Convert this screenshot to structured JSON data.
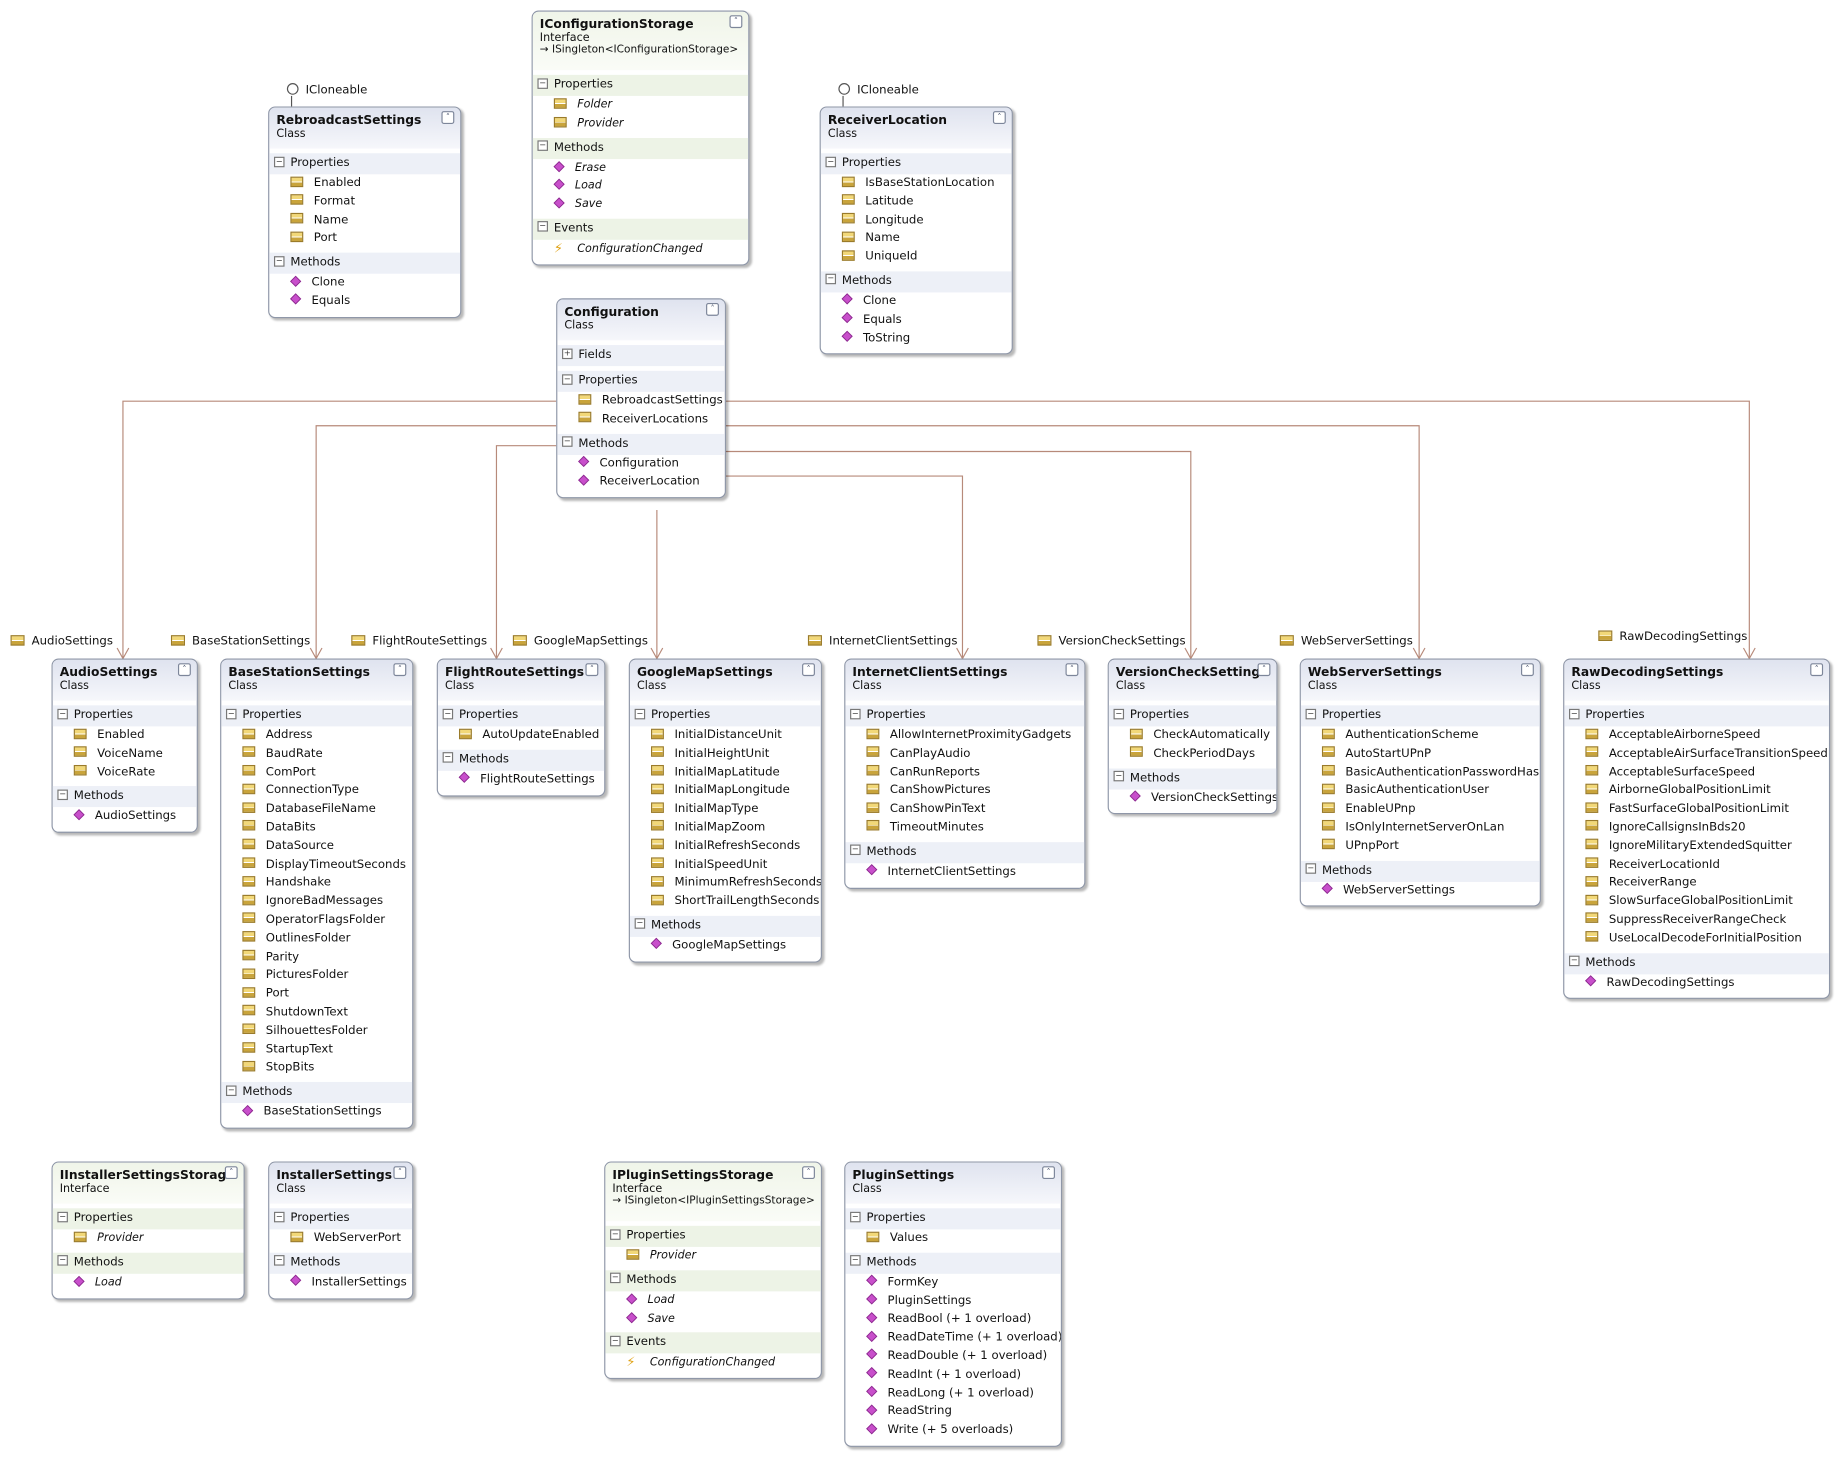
{
  "colors": {
    "connector": "#b78a7a",
    "border": "#8f97a8"
  },
  "icons": {
    "property": "property-icon",
    "method": "method-icon",
    "event": "event-icon",
    "collapse": "chevron-up-icon",
    "interface": "lollipop-icon"
  },
  "boxes": [
    {
      "name": "IConfigurationStorage",
      "kind": "Interface",
      "inherit": "ISingleton<IConfigurationStorage>",
      "sections": [
        {
          "title": "Properties",
          "items": [
            "Folder",
            "Provider"
          ],
          "type": "prop",
          "italic": true
        },
        {
          "title": "Methods",
          "items": [
            "Erase",
            "Load",
            "Save"
          ],
          "type": "meth",
          "italic": true
        },
        {
          "title": "Events",
          "items": [
            "ConfigurationChanged"
          ],
          "type": "evt",
          "italic": true
        }
      ]
    },
    {
      "name": "RebroadcastSettings",
      "kind": "Class",
      "sections": [
        {
          "title": "Properties",
          "items": [
            "Enabled",
            "Format",
            "Name",
            "Port"
          ],
          "type": "prop"
        },
        {
          "title": "Methods",
          "items": [
            "Clone",
            "Equals"
          ],
          "type": "meth"
        }
      ]
    },
    {
      "name": "ReceiverLocation",
      "kind": "Class",
      "sections": [
        {
          "title": "Properties",
          "items": [
            "IsBaseStationLocation",
            "Latitude",
            "Longitude",
            "Name",
            "UniqueId"
          ],
          "type": "prop"
        },
        {
          "title": "Methods",
          "items": [
            "Clone",
            "Equals",
            "ToString"
          ],
          "type": "meth"
        }
      ]
    },
    {
      "name": "Configuration",
      "kind": "Class",
      "sections": [
        {
          "title": "Fields",
          "items": [],
          "type": "prop",
          "collapsed": true
        },
        {
          "title": "Properties",
          "items": [
            "RebroadcastSettings",
            "ReceiverLocations"
          ],
          "type": "prop"
        },
        {
          "title": "Methods",
          "items": [
            "Configuration",
            "ReceiverLocation"
          ],
          "type": "meth"
        }
      ]
    },
    {
      "name": "AudioSettings",
      "kind": "Class",
      "sections": [
        {
          "title": "Properties",
          "items": [
            "Enabled",
            "VoiceName",
            "VoiceRate"
          ],
          "type": "prop"
        },
        {
          "title": "Methods",
          "items": [
            "AudioSettings"
          ],
          "type": "meth"
        }
      ]
    },
    {
      "name": "BaseStationSettings",
      "kind": "Class",
      "sections": [
        {
          "title": "Properties",
          "items": [
            "Address",
            "BaudRate",
            "ComPort",
            "ConnectionType",
            "DatabaseFileName",
            "DataBits",
            "DataSource",
            "DisplayTimeoutSeconds",
            "Handshake",
            "IgnoreBadMessages",
            "OperatorFlagsFolder",
            "OutlinesFolder",
            "Parity",
            "PicturesFolder",
            "Port",
            "ShutdownText",
            "SilhouettesFolder",
            "StartupText",
            "StopBits"
          ],
          "type": "prop"
        },
        {
          "title": "Methods",
          "items": [
            "BaseStationSettings"
          ],
          "type": "meth"
        }
      ]
    },
    {
      "name": "FlightRouteSettings",
      "kind": "Class",
      "sections": [
        {
          "title": "Properties",
          "items": [
            "AutoUpdateEnabled"
          ],
          "type": "prop"
        },
        {
          "title": "Methods",
          "items": [
            "FlightRouteSettings"
          ],
          "type": "meth"
        }
      ]
    },
    {
      "name": "GoogleMapSettings",
      "kind": "Class",
      "sections": [
        {
          "title": "Properties",
          "items": [
            "InitialDistanceUnit",
            "InitialHeightUnit",
            "InitialMapLatitude",
            "InitialMapLongitude",
            "InitialMapType",
            "InitialMapZoom",
            "InitialRefreshSeconds",
            "InitialSpeedUnit",
            "MinimumRefreshSeconds",
            "ShortTrailLengthSeconds"
          ],
          "type": "prop"
        },
        {
          "title": "Methods",
          "items": [
            "GoogleMapSettings"
          ],
          "type": "meth"
        }
      ]
    },
    {
      "name": "InternetClientSettings",
      "kind": "Class",
      "sections": [
        {
          "title": "Properties",
          "items": [
            "AllowInternetProximityGadgets",
            "CanPlayAudio",
            "CanRunReports",
            "CanShowPictures",
            "CanShowPinText",
            "TimeoutMinutes"
          ],
          "type": "prop"
        },
        {
          "title": "Methods",
          "items": [
            "InternetClientSettings"
          ],
          "type": "meth"
        }
      ]
    },
    {
      "name": "VersionCheckSettings",
      "kind": "Class",
      "sections": [
        {
          "title": "Properties",
          "items": [
            "CheckAutomatically",
            "CheckPeriodDays"
          ],
          "type": "prop"
        },
        {
          "title": "Methods",
          "items": [
            "VersionCheckSettings"
          ],
          "type": "meth"
        }
      ]
    },
    {
      "name": "WebServerSettings",
      "kind": "Class",
      "sections": [
        {
          "title": "Properties",
          "items": [
            "AuthenticationScheme",
            "AutoStartUPnP",
            "BasicAuthenticationPasswordHash",
            "BasicAuthenticationUser",
            "EnableUPnp",
            "IsOnlyInternetServerOnLan",
            "UPnpPort"
          ],
          "type": "prop"
        },
        {
          "title": "Methods",
          "items": [
            "WebServerSettings"
          ],
          "type": "meth"
        }
      ]
    },
    {
      "name": "RawDecodingSettings",
      "kind": "Class",
      "sections": [
        {
          "title": "Properties",
          "items": [
            "AcceptableAirborneSpeed",
            "AcceptableAirSurfaceTransitionSpeed",
            "AcceptableSurfaceSpeed",
            "AirborneGlobalPositionLimit",
            "FastSurfaceGlobalPositionLimit",
            "IgnoreCallsignsInBds20",
            "IgnoreMilitaryExtendedSquitter",
            "ReceiverLocationId",
            "ReceiverRange",
            "SlowSurfaceGlobalPositionLimit",
            "SuppressReceiverRangeCheck",
            "UseLocalDecodeForInitialPosition"
          ],
          "type": "prop"
        },
        {
          "title": "Methods",
          "items": [
            "RawDecodingSettings"
          ],
          "type": "meth"
        }
      ]
    },
    {
      "name": "IInstallerSettingsStorage",
      "kind": "Interface",
      "sections": [
        {
          "title": "Properties",
          "items": [
            "Provider"
          ],
          "type": "prop",
          "italic": true
        },
        {
          "title": "Methods",
          "items": [
            "Load"
          ],
          "type": "meth",
          "italic": true
        }
      ]
    },
    {
      "name": "InstallerSettings",
      "kind": "Class",
      "sections": [
        {
          "title": "Properties",
          "items": [
            "WebServerPort"
          ],
          "type": "prop"
        },
        {
          "title": "Methods",
          "items": [
            "InstallerSettings"
          ],
          "type": "meth"
        }
      ]
    },
    {
      "name": "IPluginSettingsStorage",
      "kind": "Interface",
      "inherit": "ISingleton<IPluginSettingsStorage>",
      "sections": [
        {
          "title": "Properties",
          "items": [
            "Provider"
          ],
          "type": "prop",
          "italic": true
        },
        {
          "title": "Methods",
          "items": [
            "Load",
            "Save"
          ],
          "type": "meth",
          "italic": true
        },
        {
          "title": "Events",
          "items": [
            "ConfigurationChanged"
          ],
          "type": "evt",
          "italic": true
        }
      ]
    },
    {
      "name": "PluginSettings",
      "kind": "Class",
      "sections": [
        {
          "title": "Properties",
          "items": [
            "Values"
          ],
          "type": "prop"
        },
        {
          "title": "Methods",
          "items": [
            "FormKey",
            "PluginSettings",
            "ReadBool (+ 1 overload)",
            "ReadDateTime (+ 1 overload)",
            "ReadDouble (+ 1 overload)",
            "ReadInt (+ 1 overload)",
            "ReadLong (+ 1 overload)",
            "ReadString",
            "Write (+ 5 overloads)"
          ],
          "type": "meth"
        }
      ]
    }
  ],
  "interface_labels": [
    "ICloneable",
    "ICloneable"
  ],
  "association_labels": [
    "AudioSettings",
    "BaseStationSettings",
    "FlightRouteSettings",
    "GoogleMapSettings",
    "InternetClientSettings",
    "VersionCheckSettings",
    "WebServerSettings",
    "RawDecodingSettings"
  ]
}
